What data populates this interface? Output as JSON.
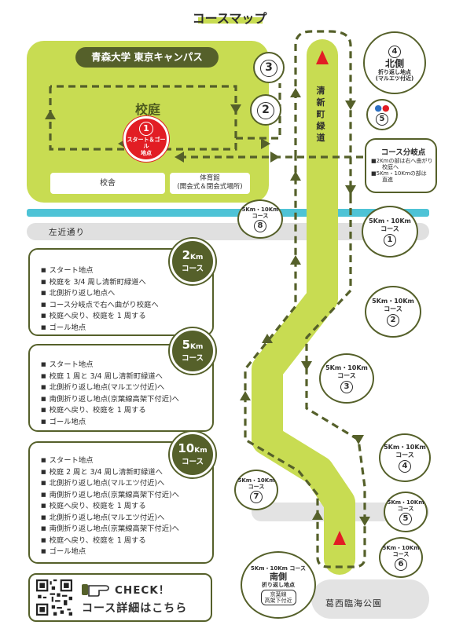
{
  "title": "コースマップ",
  "campus": {
    "name": "青森大学 東京キャンパス",
    "courtyard": "校庭",
    "school_building": "校舎",
    "gym_line1": "体育館",
    "gym_line2": "(開会式＆閉会式場所)"
  },
  "start": {
    "number": "1",
    "line1": "スタート＆ゴール",
    "line2": "地点"
  },
  "roads": {
    "sakon": "左近通り",
    "seishincho": "清新町緑道",
    "park": "葛西臨海公園"
  },
  "checkpoints": {
    "cp3": "3",
    "cp2": "2",
    "north": {
      "number": "4",
      "name": "北側",
      "line1": "折り返し地点",
      "line2": "(マルエツ付近)"
    },
    "restroom": {
      "number": "5"
    },
    "branch": {
      "name": "コース分岐点",
      "note1": "■2Kmの部は右へ曲がり",
      "note2": "校庭へ",
      "note3": "■5Km・10Kmの部は",
      "note4": "直進"
    },
    "k1": {
      "course": "5Km・10Km",
      "unit": "コース",
      "number": "1"
    },
    "k2": {
      "course": "5Km・10Km",
      "unit": "コース",
      "number": "2"
    },
    "k3": {
      "course": "5Km・10Km",
      "unit": "コース",
      "number": "3"
    },
    "k4": {
      "course": "5Km・10Km",
      "unit": "コース",
      "number": "4"
    },
    "k5": {
      "course": "5Km・10Km",
      "unit": "コース",
      "number": "5"
    },
    "k6": {
      "course": "5Km・10Km",
      "unit": "コース",
      "number": "6"
    },
    "k7": {
      "course": "5Km・10Km",
      "unit": "コース",
      "number": "7"
    },
    "k8": {
      "course": "5Km・10Km",
      "unit": "コース",
      "number": "8"
    },
    "south": {
      "course": "5Km・10Km コース",
      "name": "南側",
      "line1": "折り返し地点",
      "line2": "京葉線",
      "line3": "高架下付近"
    }
  },
  "courses": [
    {
      "distance": "2",
      "unit": "Km",
      "label": "コース",
      "steps": [
        "スタート地点",
        "校庭を 3/4 周し清新町緑道へ",
        "北側折り返し地点へ",
        "コース分岐点で右へ曲がり校庭へ",
        "校庭へ戻り、校庭を 1 周する",
        "ゴール地点"
      ]
    },
    {
      "distance": "5",
      "unit": "Km",
      "label": "コース",
      "steps": [
        "スタート地点",
        "校庭 1 周と 3/4 周し清新町緑道へ",
        "北側折り返し地点(マルエツ付近)へ",
        "南側折り返し地点(京葉線高架下付近)へ",
        "校庭へ戻り、校庭を 1 周する",
        "ゴール地点"
      ]
    },
    {
      "distance": "10",
      "unit": "Km",
      "label": "コース",
      "steps": [
        "スタート地点",
        "校庭 2 周と 3/4 周し清新町緑道へ",
        "北側折り返し地点(マルエツ付近)へ",
        "南側折り返し地点(京葉線高架下付近)へ",
        "校庭へ戻り、校庭を 1 周する",
        "北側折り返し地点(マルエツ付近)へ",
        "南側折り返し地点(京葉線高架下付近)へ",
        "校庭へ戻り、校庭を 1 周する",
        "ゴール地点"
      ]
    }
  ],
  "check": {
    "title": "CHECK！",
    "subtitle": "コース詳細はこちら"
  },
  "colors": {
    "lime": "#c8dc52",
    "olive": "#55602a",
    "red": "#e21d24",
    "water": "#4ec3d6",
    "road": "#dcdcdc"
  }
}
